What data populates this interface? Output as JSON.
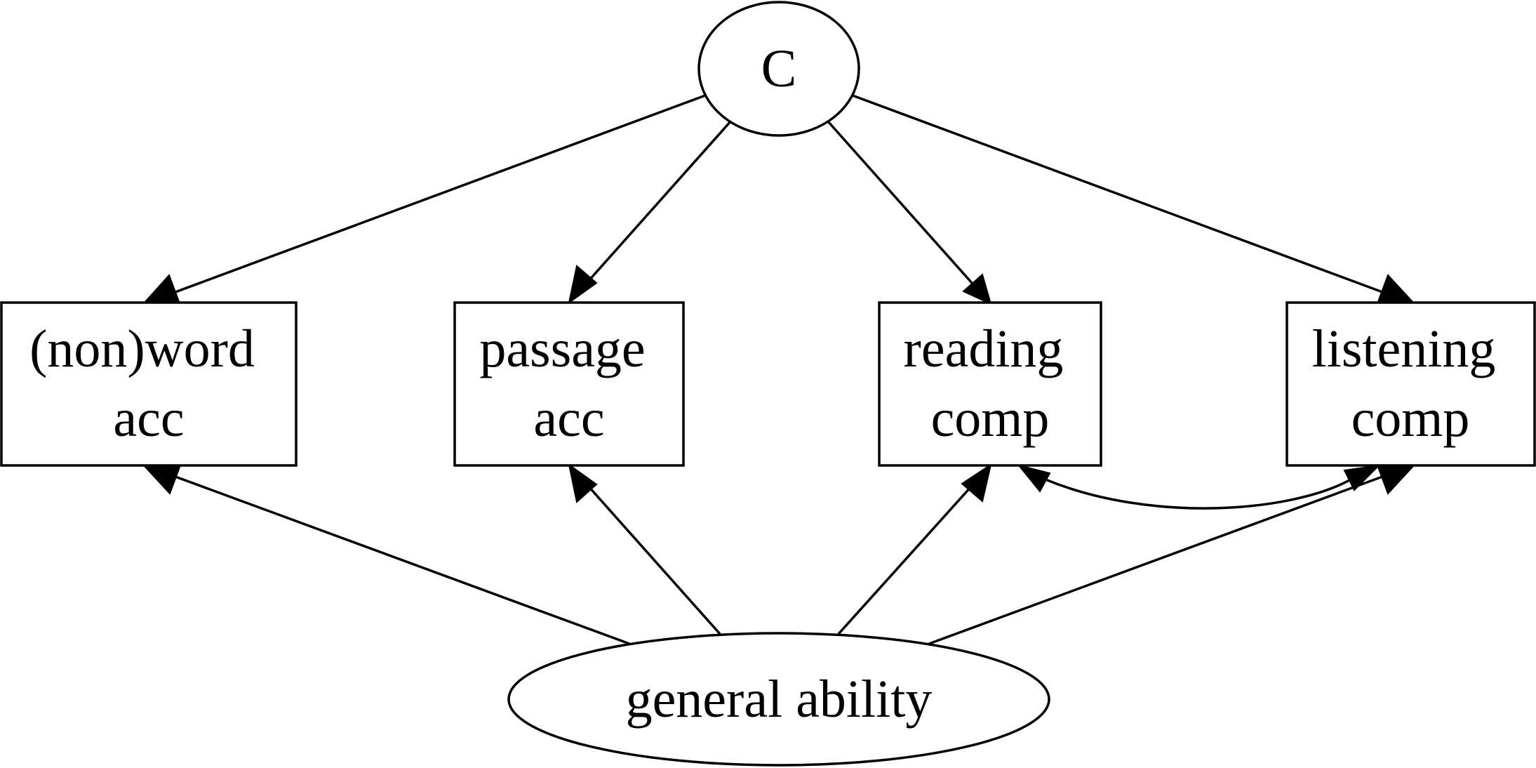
{
  "diagram": {
    "nodes": {
      "c": {
        "label": "C"
      },
      "general_ability": {
        "label": "general ability"
      },
      "nonword_acc": {
        "line1": "(non)word",
        "line2": "acc"
      },
      "passage_acc": {
        "line1": "passage",
        "line2": "acc"
      },
      "reading_comp": {
        "line1": "reading",
        "line2": "comp"
      },
      "listening_comp": {
        "line1": "listening",
        "line2": "comp"
      }
    },
    "edges": [
      {
        "from": "c",
        "to": "nonword_acc"
      },
      {
        "from": "c",
        "to": "passage_acc"
      },
      {
        "from": "c",
        "to": "reading_comp"
      },
      {
        "from": "c",
        "to": "listening_comp"
      },
      {
        "from": "general_ability",
        "to": "nonword_acc"
      },
      {
        "from": "general_ability",
        "to": "passage_acc"
      },
      {
        "from": "general_ability",
        "to": "reading_comp"
      },
      {
        "from": "general_ability",
        "to": "listening_comp"
      },
      {
        "from": "reading_comp",
        "to": "listening_comp",
        "bidirectional": true
      }
    ]
  }
}
